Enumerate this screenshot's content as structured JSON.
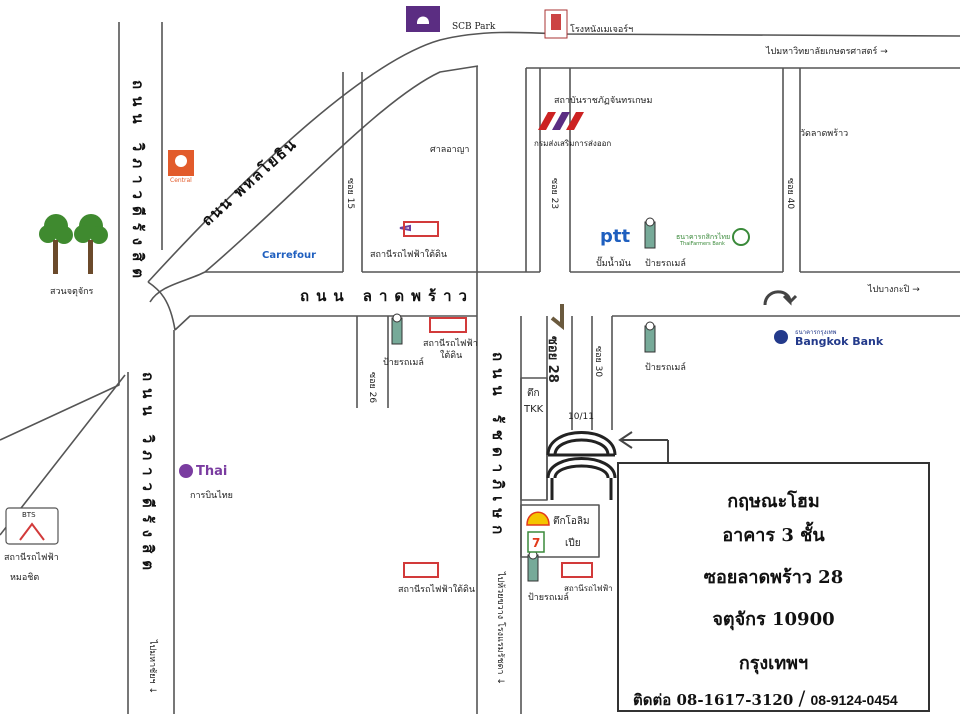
{
  "roads": {
    "vibhavadi_top": "ถนน วิภาวดีรังสิต",
    "vibhavadi_bottom": "ถนน วิภาวดีรังสิต",
    "phaholyothin": "ถนน พหลโยธิน",
    "ladprao": "ถนน ลาดพร้าว",
    "ratchadapisek": "ถนน รัชดาภิเษก"
  },
  "soi": {
    "soi15": "ซอย 15",
    "soi23": "ซอย 23",
    "soi40": "ซอย 40",
    "soi26": "ซอย 26",
    "soi28": "ซอย 28",
    "soi30": "ซอย 30"
  },
  "landmarks": {
    "scb_park": "SCB Park",
    "major": "โรงหนังเมเจอร์ฯ",
    "to_kasetsart": "ไปมหาวิทยาลัยเกษตรศาสตร์ →",
    "chandrakasem": "สถาบันราชภัฏจันทรเกษม",
    "export_dept": "กรมส่งเสริมการส่งออก",
    "wat_ladprao": "วัดลาดพร้าว",
    "sanphiaphat": "ศาลอาญา",
    "central": "Central",
    "carrefour": "Carrefour",
    "mrt_ratchada_top": "สถานีรถไฟฟ้าใต้ดิน",
    "ptt": "ptt",
    "ptt_label": "ปั๊มน้ำมัน",
    "bus_stop": "ป้ายรถเมล์",
    "kbank": "ธนาคารกสิกรไทย",
    "kbank_en": "ThaiFarmers Bank",
    "to_bangkapi": "ไปบางกะปิ →",
    "chatuchak_park": "สวนจตุจักร",
    "mrt_ladprao": "สถานีรถไฟฟ้า",
    "mrt_ladprao2": "ใต้ดิน",
    "bangkok_bank_th": "ธนาคารกรุงเทพ",
    "bangkok_bank": "Bangkok Bank",
    "tkk_1": "ตึก",
    "tkk_2": "TKK",
    "num_1011": "10/11",
    "thai_logo": "Thai",
    "thai_airways": "การบินไทย",
    "bts_logo": "BTS",
    "bts_station1": "สถานีรถไฟฟ้า",
    "bts_station2": "หมอชิต",
    "olympia_1": "ตึกโอลิม",
    "olympia_2": "เปีย",
    "mrt_bottom1": "สถานีรถไฟฟ้าใต้ดิน",
    "mrt_bottom2": "สถานีรถไฟฟ้า",
    "to_huaykwang": "ไปห้วยขวาง โรงแรมรัชดา ↓",
    "to_lumphini": "ไปมหาชัยฯ ↓"
  },
  "info": {
    "line1": "กฤษณะโฮม",
    "line2": "อาคาร 3 ชั้น",
    "line3": "ซอยลาดพร้าว 28",
    "line4": "จตุจักร 10900",
    "line5": "กรุงเทพฯ",
    "contact_label": "ติดต่อ 08-1617-3120",
    "contact_sep": "/",
    "contact_phone2": "08-9124-0454"
  },
  "colors": {
    "line": "#444444",
    "mrt_purple": "#6a3fa0",
    "mrt_red": "#d23a3a",
    "tree_green": "#3f8a2f",
    "scb_purple": "#5b2d82",
    "ptt_blue": "#1f5fbf",
    "shell_red": "#e23a1b",
    "shell_yellow": "#f5c400",
    "bangkok_bank_blue": "#233a8b"
  }
}
